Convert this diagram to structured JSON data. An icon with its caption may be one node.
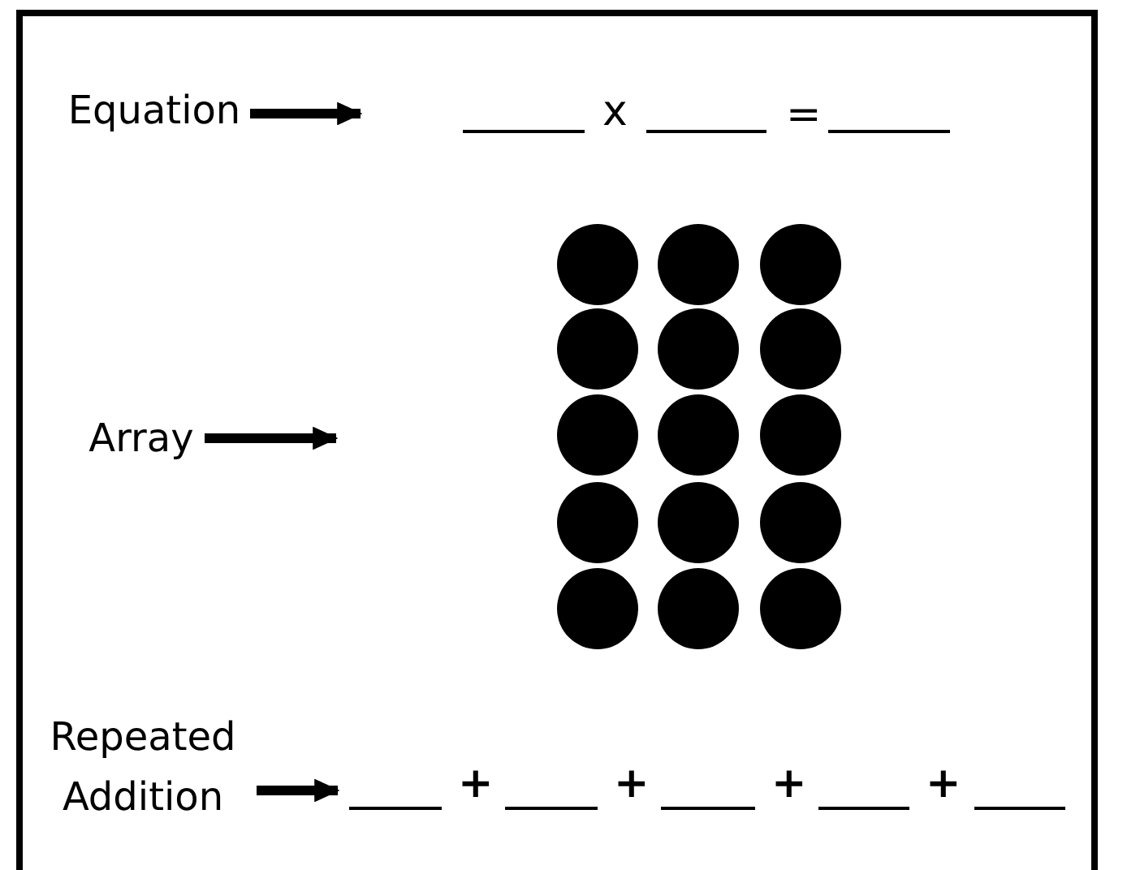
{
  "diagram": {
    "nodes": [
      {
        "text": [
          "Equation"
        ]
      },
      {
        "text": [
          "Array"
        ]
      },
      {
        "text": [
          "Repeated Addition"
        ]
      }
    ],
    "edges": [
      {
        "from": 0,
        "to": null,
        "arrow": "to"
      },
      {
        "from": 1,
        "to": null,
        "arrow": "to"
      },
      {
        "from": 2,
        "to": null,
        "arrow": "to"
      }
    ],
    "labels": [
      "x",
      "=",
      "+",
      "+",
      "+",
      "+"
    ]
  }
}
